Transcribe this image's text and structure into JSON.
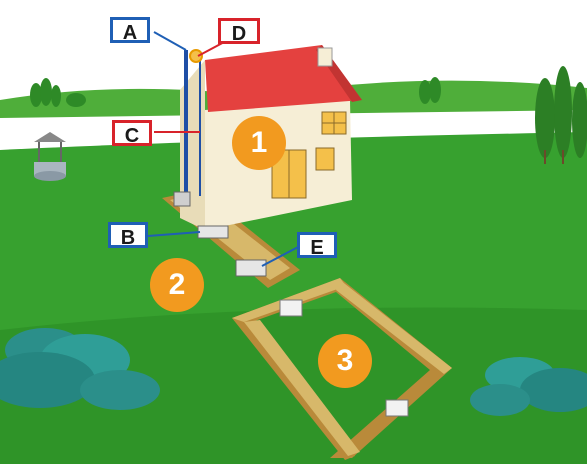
{
  "labels": {
    "A": "A",
    "B": "B",
    "C": "C",
    "D": "D",
    "E": "E"
  },
  "numbers": {
    "one": "1",
    "two": "2",
    "three": "3"
  },
  "colors": {
    "label_blue": "#1f5fb5",
    "label_red": "#d8232a",
    "number_orange": "#f29a1f",
    "grass": "#37a12f",
    "roof": "#e4413f",
    "wall": "#f6eed6"
  }
}
